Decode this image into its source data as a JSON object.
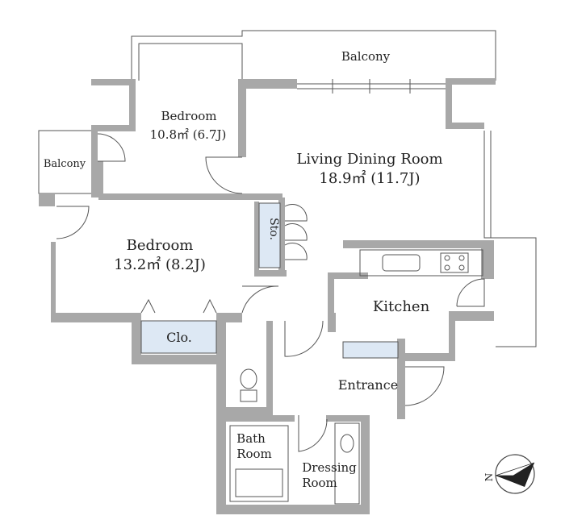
{
  "rooms": {
    "bedroom_upper": {
      "name": "Bedroom",
      "area": "10.8㎡ (6.7J)"
    },
    "living": {
      "name": "Living Dining Room",
      "area": "18.9㎡ (11.7J)"
    },
    "bedroom_lower": {
      "name": "Bedroom",
      "area": "13.2㎡ (8.2J)"
    },
    "storage": "Sto.",
    "closet": "Clo.",
    "kitchen": "Kitchen",
    "entrance": "Entrance",
    "bath_line1": "Bath",
    "bath_line2": "Room",
    "dressing_line1": "Dressing",
    "dressing_line2": "Room"
  },
  "balconies": {
    "top": "Balcony",
    "left": "Balcony"
  },
  "compass": {
    "direction": "N"
  },
  "colors": {
    "wall": "#a8a8a8",
    "storage_fill": "#dde8f4",
    "line": "#555555"
  }
}
